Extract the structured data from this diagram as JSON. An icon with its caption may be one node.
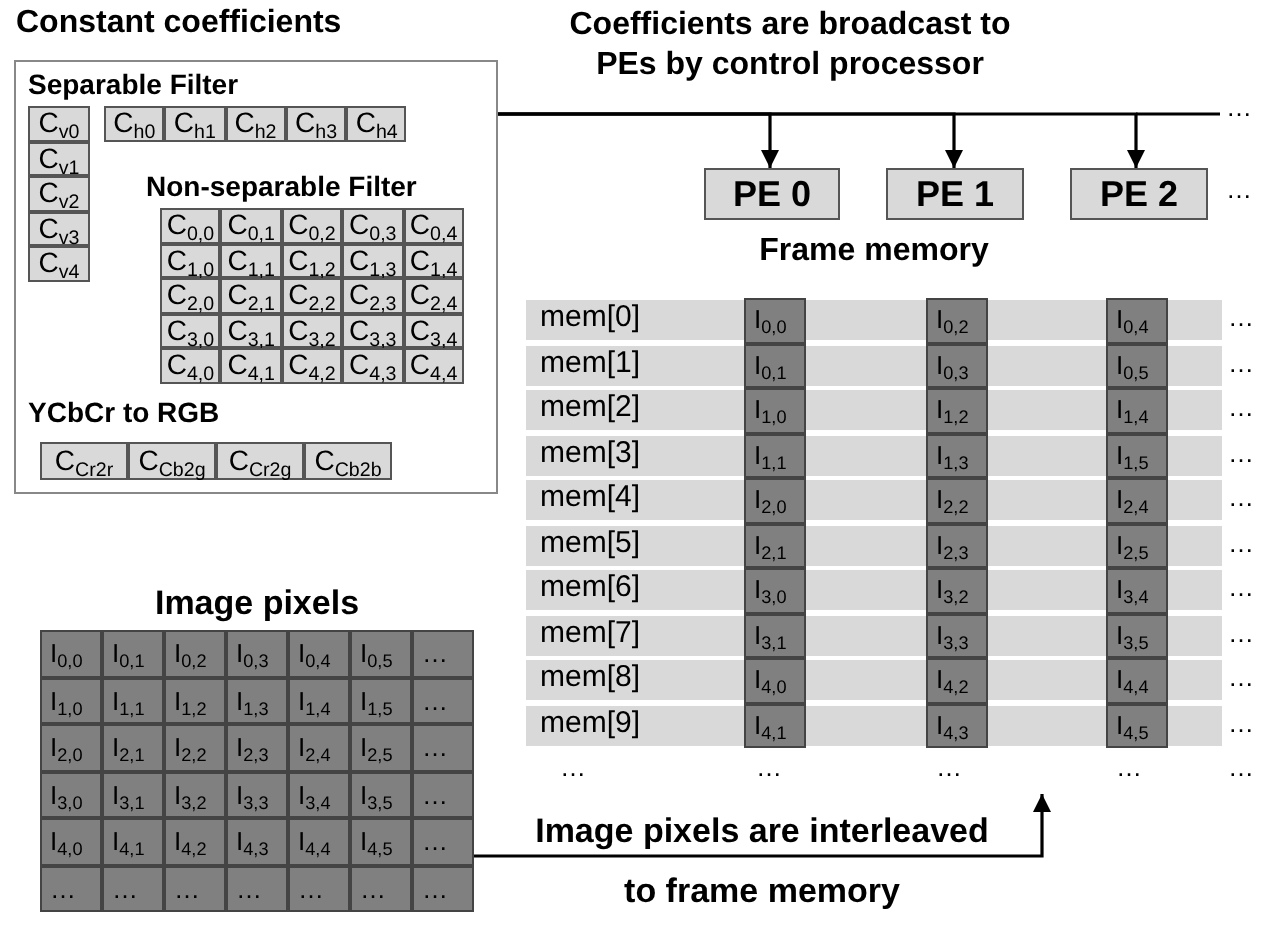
{
  "diagram": {
    "nodes": [
      {
        "text": [
          "Constant coefficients"
        ]
      },
      {
        "text": [
          "PE 0"
        ]
      },
      {
        "text": [
          "PE 1"
        ]
      },
      {
        "text": [
          "PE 2"
        ]
      },
      {
        "text": [
          "Frame memory"
        ]
      },
      {
        "text": [
          "Image pixels"
        ]
      }
    ],
    "edges": [
      {
        "from": 0,
        "to": 1,
        "arrow": "to"
      },
      {
        "from": 0,
        "to": 2,
        "arrow": "to"
      },
      {
        "from": 0,
        "to": 3,
        "arrow": "to"
      },
      {
        "from": 5,
        "to": 4,
        "arrow": "to",
        "label": "Image pixels are interleaved to frame memory"
      }
    ],
    "labels": [
      "Coefficients are broadcast to PEs by control processor",
      "…",
      "…",
      "Separable Filter",
      "C$_{v0}$",
      "C$_{h0}$",
      "C$_{h1}$",
      "C$_{h2}$",
      "C$_{h3}$",
      "C$_{h4}$",
      "C$_{v1}$",
      "C$_{v2}$",
      "C$_{v3}$",
      "C$_{v4}$",
      "Non-separable Filter",
      "C$_{0,0}$",
      "C$_{0,1}$",
      "C$_{0,2}$",
      "C$_{0,3}$",
      "C$_{0,4}$",
      "C$_{1,0}$",
      "C$_{1,1}$",
      "C$_{1,2}$",
      "C$_{1,3}$",
      "C$_{1,4}$",
      "C$_{2,0}$",
      "C$_{2,1}$",
      "C$_{2,2}$",
      "C$_{2,3}$",
      "C$_{2,4}$",
      "C$_{3,0}$",
      "C$_{3,1}$",
      "C$_{3,2}$",
      "C$_{3,3}$",
      "C$_{3,4}$",
      "C$_{4,0}$",
      "C$_{4,1}$",
      "C$_{4,2}$",
      "C$_{4,3}$",
      "C$_{4,4}$",
      "YCbCr to RGB",
      "C$_{Cr2r}$",
      "C$_{Cb2g}$",
      "C$_{Cr2g}$",
      "C$_{Cb2b}$",
      "mem[0]",
      "I$_{0,0}$",
      "I$_{0,2}$",
      "I$_{0,4}$",
      "…",
      "mem[1]",
      "I$_{0,1}$",
      "I$_{0,3}$",
      "I$_{0,5}$",
      "…",
      "mem[2]",
      "I$_{1,0}$",
      "I$_{1,2}$",
      "I$_{1,4}$",
      "…",
      "mem[3]",
      "I$_{1,1}$",
      "I$_{1,3}$",
      "I$_{1,5}$",
      "…",
      "mem[4]",
      "I$_{2,0}$",
      "I$_{2,2}$",
      "I$_{2,4}$",
      "…",
      "mem[5]",
      "I$_{2,1}$",
      "I$_{2,3}$",
      "I$_{2,5}$",
      "…",
      "mem[6]",
      "I$_{3,0}$",
      "I$_{3,2}$",
      "I$_{3,4}$",
      "…",
      "mem[7]",
      "I$_{3,1}$",
      "I$_{3,3}$",
      "I$_{3,5}$",
      "…",
      "mem[8]",
      "I$_{4,0}$",
      "I$_{4,2}$",
      "I$_{4,4}$",
      "…",
      "mem[9]",
      "I$_{4,1}$",
      "I$_{4,3}$",
      "I$_{4,5}$",
      "…",
      "…",
      "…",
      "…",
      "…",
      "…",
      "I$_{0,0}$",
      "I$_{0,1}$",
      "I$_{0,2}$",
      "I$_{0,3}$",
      "I$_{0,4}$",
      "I$_{0,5}$",
      "…",
      "I$_{1,0}$",
      "I$_{1,1}$",
      "I$_{1,2}$",
      "I$_{1,3}$",
      "I$_{1,4}$",
      "I$_{1,5}$",
      "…",
      "I$_{2,0}$",
      "I$_{2,1}$",
      "I$_{2,2}$",
      "I$_{2,3}$",
      "I$_{2,4}$",
      "I$_{2,5}$",
      "…",
      "I$_{3,0}$",
      "I$_{3,1}$",
      "I$_{3,2}$",
      "I$_{3,3}$",
      "I$_{3,4}$",
      "I$_{3,5}$",
      "…",
      "I$_{4,0}$",
      "I$_{4,1}$",
      "I$_{4,2}$",
      "I$_{4,3}$",
      "I$_{4,4}$",
      "I$_{4,5}$",
      "…",
      "…",
      "…",
      "…",
      "…",
      "…",
      "…",
      "…"
    ]
  }
}
